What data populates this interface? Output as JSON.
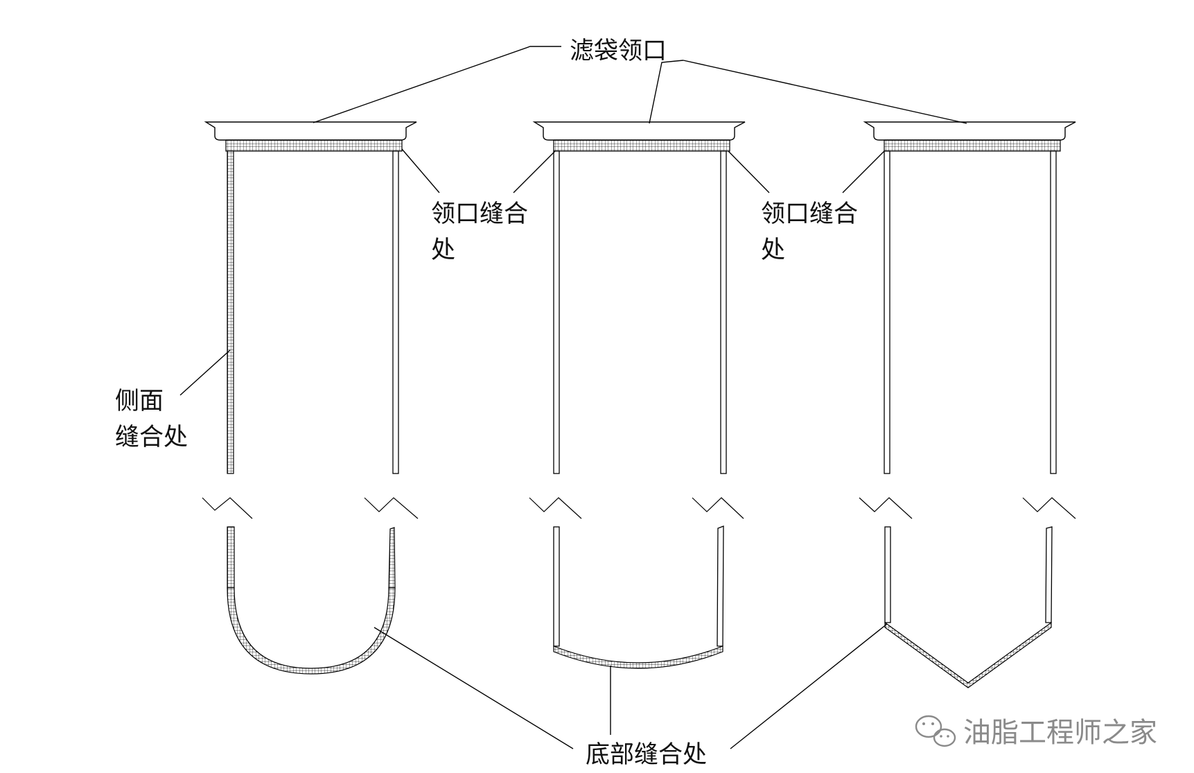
{
  "labels": {
    "collar": "滤袋领口",
    "collar_seam_1_line1": "领口缝合",
    "collar_seam_1_line2": "处",
    "collar_seam_2_line1": "领口缝合",
    "collar_seam_2_line2": "处",
    "side_seam_line1": "侧面",
    "side_seam_line2": "缝合处",
    "bottom_seam": "底部缝合处"
  },
  "watermark": {
    "text": "油脂工程师之家",
    "icon": "wechat-icon"
  },
  "colors": {
    "line": "#000000",
    "text": "#111111",
    "watermark": "#8a8a8a"
  }
}
